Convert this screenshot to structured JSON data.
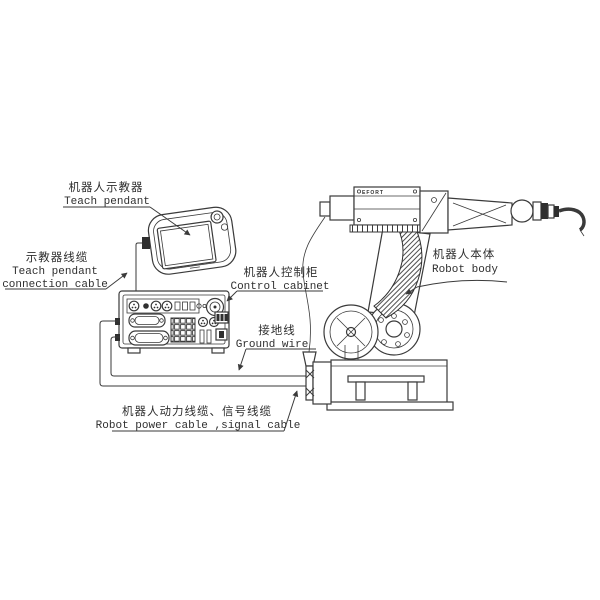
{
  "diagram": {
    "labels": {
      "teach_pendant": {
        "cn": "机器人示教器",
        "en": "Teach pendant"
      },
      "pendant_cable": {
        "cn": "示教器线缆",
        "en1": "Teach pendant",
        "en2": "connection cable"
      },
      "control_cabinet": {
        "cn": "机器人控制柜",
        "en": "Control cabinet"
      },
      "ground_wire": {
        "cn": "接地线",
        "en": "Ground wire"
      },
      "robot_body": {
        "cn": "机器人本体",
        "en": "Robot body"
      },
      "power_cable": {
        "cn": "机器人动力线缆、信号线缆",
        "en": "Robot power cable ,signal cable"
      }
    },
    "wire_feeder_brand": "EFORT",
    "colors": {
      "line": "#3a3a3a",
      "background": "#ffffff"
    }
  }
}
